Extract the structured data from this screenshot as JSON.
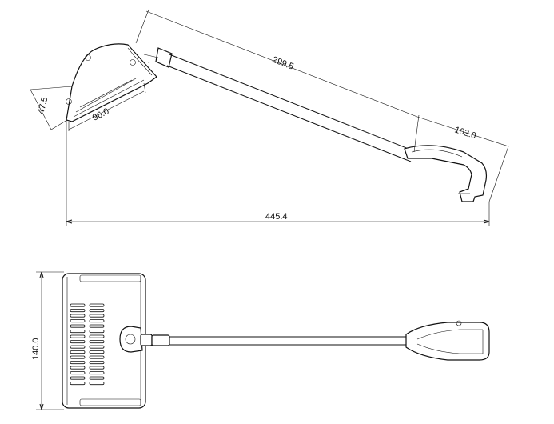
{
  "dimensions": {
    "arm_length": "299.5",
    "head_length": "96.0",
    "head_depth": "47.5",
    "bracket_length": "102.0",
    "overall_length": "445.4",
    "head_width": "140.0"
  },
  "colors": {
    "line": "#111111",
    "background": "#ffffff"
  }
}
